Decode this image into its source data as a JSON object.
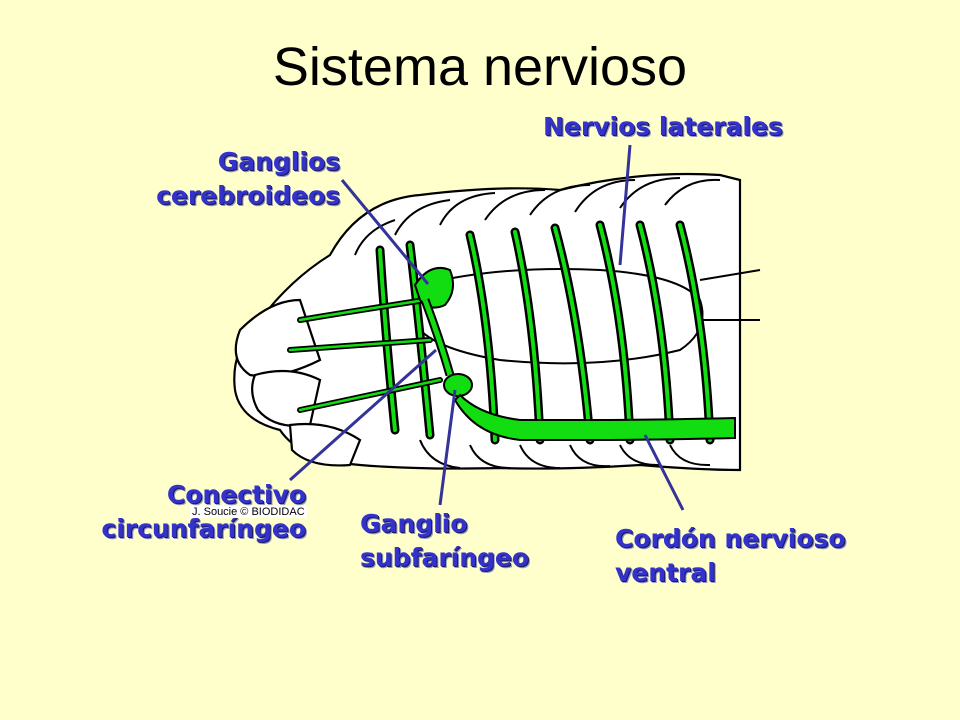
{
  "slide": {
    "title": "Sistema nervioso",
    "credit": "J. Soucie © BIODIDAC"
  },
  "labels": {
    "ganglios_cerebroideos": [
      "Ganglios",
      "cerebroideos"
    ],
    "nervios_laterales": "Nervios laterales",
    "conectivo_circunfaringeo": [
      "Conectivo",
      "circunfaríngeo"
    ],
    "ganglio_subfaringeo": [
      "Ganglio",
      "subfaríngeo"
    ],
    "cordon_nervioso_ventral": [
      "Cordón nervioso",
      "ventral"
    ]
  },
  "colors": {
    "background": "#ffffcc",
    "label": "#3333cc",
    "leader_line": "#333399",
    "nerve": "#11dd11",
    "outline": "#000000"
  }
}
